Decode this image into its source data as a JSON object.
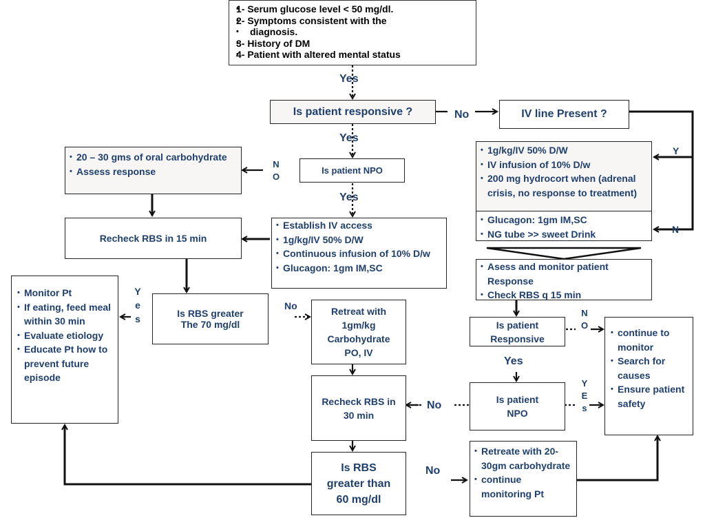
{
  "criteria": {
    "items": [
      {
        "num": "1-",
        "text": "Serum glucose level < 50 mg/dl."
      },
      {
        "num": "2-",
        "text": "Symptoms consistent with the"
      },
      {
        "num": "",
        "text": "diagnosis."
      },
      {
        "num": "3-",
        "text": "History of DM"
      },
      {
        "num": "4-",
        "text": "Patient with altered mental status"
      }
    ]
  },
  "labels": {
    "yes1": "Yes",
    "yes2": "Yes",
    "yes3": "Yes",
    "yes4": "Yes",
    "no1": "No",
    "no_retreat": "No",
    "no_recheck30": "No",
    "no_final": "No",
    "y_right": "Y",
    "n_right": "N",
    "no_npo": [
      "N",
      "O"
    ],
    "yes_left": [
      "Y",
      "e",
      "s"
    ],
    "no_resp": [
      "N",
      "O"
    ],
    "yes_npo2": [
      "Y",
      "E",
      "s"
    ]
  },
  "nodes": {
    "responsive": "Is patient responsive ?",
    "iv_present": "IV line Present ?",
    "npo": "Is patient NPO",
    "oral_carb": [
      "20 – 30 gms of oral carbohydrate",
      "Assess response"
    ],
    "iv_treat": [
      "1g/kg/IV 50% D/W",
      "IV infusion of 10% D/w",
      "200 mg hydrocort when (adrenal crisis, no response to treatment)"
    ],
    "no_iv_treat": [
      "Glucagon: 1gm IM,SC",
      "NG tube >> sweet Drink"
    ],
    "recheck15": "Recheck RBS in 15 min",
    "establish_iv": [
      "Establish IV access",
      "1g/kg/IV 50% D/W",
      "Continuous infusion of 10% D/w",
      "Glucagon: 1gm IM,SC"
    ],
    "assess_monitor": [
      "Asess and monitor patient Response",
      "Check RBS q 15 min"
    ],
    "monitor_pt": [
      "Monitor Pt",
      "If eating, feed meal within 30 min",
      "Evaluate etiology",
      "Educate Pt how to prevent future episode"
    ],
    "rbs70": [
      "Is RBS greater",
      "The 70 mg/dl"
    ],
    "retreat": [
      "Retreat with",
      "1gm/kg",
      "Carbohydrate",
      "PO, IV"
    ],
    "pt_responsive": [
      "Is patient",
      "Responsive"
    ],
    "continue_monitor": [
      "continue to monitor",
      "Search for causes",
      "Ensure patient safety"
    ],
    "recheck30": [
      "Recheck RBS in",
      "30 min"
    ],
    "npo2": [
      "Is patient",
      "NPO"
    ],
    "rbs60": [
      "Is RBS",
      "greater than",
      "60 mg/dl"
    ],
    "retreate2": [
      "Retreate with 20-30gm carbohydrate",
      "continue monitoring Pt"
    ]
  }
}
